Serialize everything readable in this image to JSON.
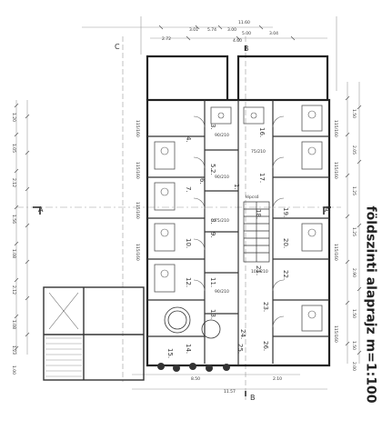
{
  "drawing": {
    "title": "földszinti alaprajz m=1:100",
    "section_labels": {
      "a_left": "A",
      "a_right": "A",
      "b_top": "B",
      "b_bottom": "B",
      "c_top": "C"
    },
    "rooms": [
      "1.",
      "2.",
      "3.",
      "4.",
      "5.",
      "6.",
      "7.",
      "8.",
      "9.",
      "10.",
      "11.",
      "12.",
      "13.",
      "14.",
      "15.",
      "16.",
      "17.",
      "18.",
      "19.",
      "20.",
      "21.",
      "22.",
      "23.",
      "24.",
      "25.",
      "26."
    ],
    "dims_top": [
      "11.60",
      "2.72",
      "3.01",
      "5.74",
      "3.00",
      "5.00",
      "3.04",
      "4.60"
    ],
    "dims_left": [
      "1.20",
      "1.05",
      "2.12",
      "1.56",
      "1.08",
      "2.12",
      "1.08",
      "1.23",
      "1.00"
    ],
    "dims_right": [
      "1.50",
      "2.05",
      "1.25",
      "1.25",
      "2.90",
      "1.50",
      "1.50",
      "2.00"
    ],
    "window_labels": [
      "115/160",
      "115/160",
      "115/160",
      "115/160",
      "115/160",
      "115/160",
      "115/160",
      "115/160"
    ],
    "door_labels": [
      "90/210",
      "90/210",
      "75/210",
      "75/210",
      "100/210",
      "90/210"
    ],
    "dims_bottom": [
      "8.50",
      "2.10",
      "11.57"
    ],
    "stair_label": "lépcső"
  }
}
